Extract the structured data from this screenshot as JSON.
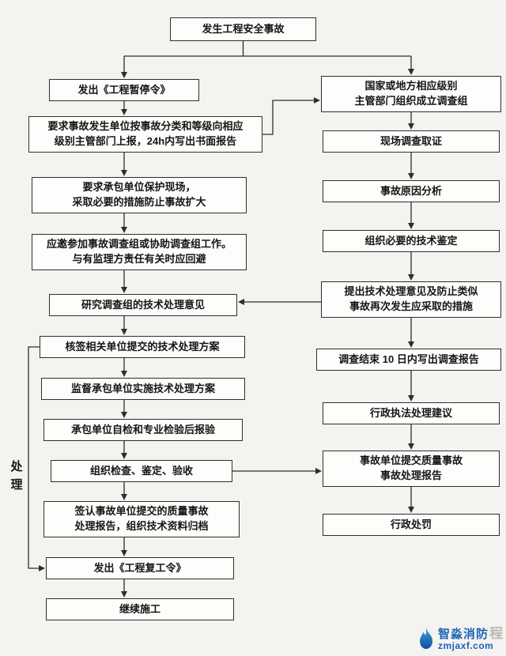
{
  "title_box": "发生工程安全事故",
  "left_column": [
    "发出《工程暂停令》",
    "要求事故发生单位按事故分类和等级向相应\n级别主管部门上报，24h内写出书面报告",
    "要求承包单位保护现场，\n采取必要的措施防止事故扩大",
    "应邀参加事故调查组或协助调查组工作。\n与有监理方责任有关时应回避",
    "研究调查组的技术处理意见",
    "核签相关单位提交的技术处理方案",
    "监督承包单位实施技术处理方案",
    "承包单位自检和专业检验后报验",
    "组织检查、鉴定、验收",
    "签认事故单位提交的质量事故\n处理报告，组织技术资料归档",
    "发出《工程复工令》",
    "继续施工"
  ],
  "right_column": [
    "国家或地方相应级别\n主管部门组织成立调查组",
    "现场调查取证",
    "事故原因分析",
    "组织必要的技术鉴定",
    "提出技术处理意见及防止类似\n事故再次发生应采取的措施",
    "调查结束 10 日内写出调查报告",
    "行政执法处理建议",
    "事故单位提交质量事故\n事故处理报告",
    "行政处罚"
  ],
  "side_label": "处\n理",
  "watermark": {
    "brand": "智淼消防",
    "trailing": "程",
    "site": "zmjaxf.com"
  },
  "colors": {
    "background": "#f4f3f0",
    "box_border": "#2e2e2e",
    "text": "#151515",
    "line": "#2e2e2e",
    "brand_blue": "#1a64b7"
  }
}
